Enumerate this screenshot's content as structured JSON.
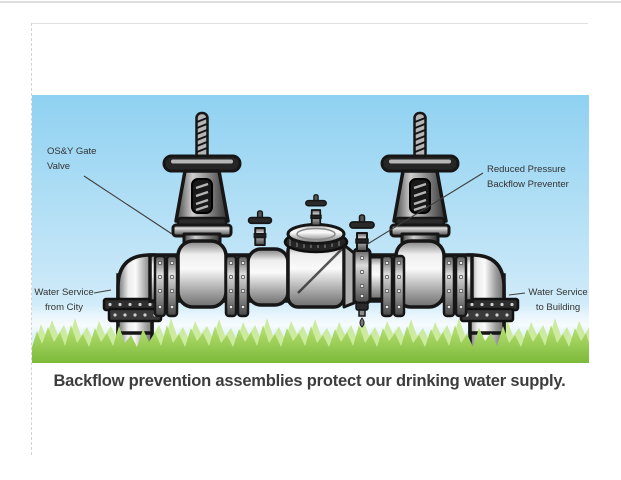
{
  "diagram": {
    "labels": {
      "osy_gate_valve": {
        "line1": "OS&Y Gate",
        "line2": "Valve"
      },
      "reduced_pressure": {
        "line1": "Reduced Pressure",
        "line2": "Backflow Preventer"
      },
      "water_service_city": {
        "line1": "Water Service",
        "line2": "from City"
      },
      "water_service_building": {
        "line1": "Water Service",
        "line2": "to Building"
      }
    },
    "caption": "Backflow prevention assemblies protect our drinking water supply.",
    "colors": {
      "sky_top": "#8fd1f1",
      "sky_bottom": "#e4f4fc",
      "grass_green": "#8dc63f",
      "metal_outline": "#161616",
      "label_text": "#333333",
      "caption_text": "#3d3d3d"
    }
  }
}
